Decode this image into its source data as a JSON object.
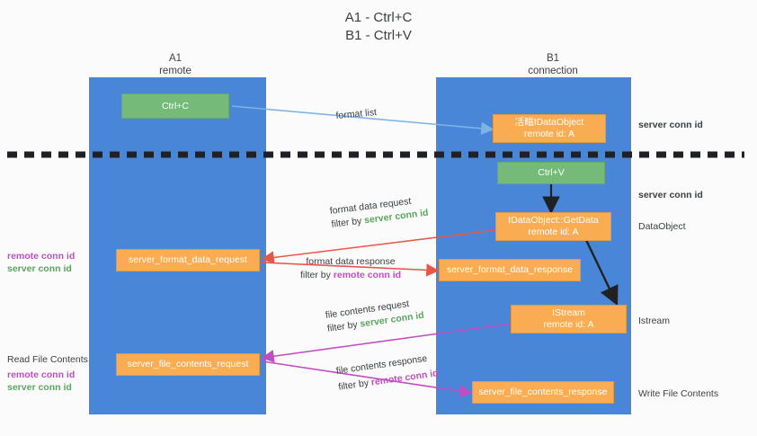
{
  "title": {
    "line1": "A1 - Ctrl+C",
    "line2": "B1 - Ctrl+V"
  },
  "colors": {
    "lane": "#4a86d8",
    "green_node": "#76ba7a",
    "orange_node": "#f9ac51",
    "server_conn_id": "#5aa55f",
    "remote_conn_id": "#c14ec1",
    "blue_arrow": "#7fb2e5",
    "red_arrow": "#e8564a",
    "magenta_arrow": "#c14ec1",
    "black_arrow": "#202124",
    "background": "#fbfbfb"
  },
  "columns": [
    {
      "name": "A1",
      "sub": "remote"
    },
    {
      "name": "B1",
      "sub": "connection"
    }
  ],
  "nodes": [
    {
      "id": "ctrl-c",
      "kind": "green",
      "l1": "Ctrl+C",
      "l2": ""
    },
    {
      "id": "ole-idataobject",
      "kind": "orange",
      "l1": "㓉㽧IDataObject",
      "l2": "remote id: A"
    },
    {
      "id": "ctrl-v",
      "kind": "green",
      "l1": "Ctrl+V",
      "l2": ""
    },
    {
      "id": "getdata",
      "kind": "orange",
      "l1": "IDataObject::GetData",
      "l2": "remote id: A"
    },
    {
      "id": "server-format-data-request",
      "kind": "orange",
      "l1": "server_format_data_request",
      "l2": ""
    },
    {
      "id": "server-format-data-response",
      "kind": "orange",
      "l1": "server_format_data_response",
      "l2": ""
    },
    {
      "id": "istream",
      "kind": "orange",
      "l1": "IStream",
      "l2": "remote id: A"
    },
    {
      "id": "server-file-contents-request",
      "kind": "orange",
      "l1": "server_file_contents_request",
      "l2": ""
    },
    {
      "id": "server-file-contents-response",
      "kind": "orange",
      "l1": "server_file_contents_response",
      "l2": ""
    }
  ],
  "edge_labels": {
    "format_list": "format list",
    "format_data_request": "format data request",
    "format_data_request_filter_prefix": "filter by ",
    "format_data_request_filter_key": "server conn id",
    "format_data_response": "format data response",
    "format_data_response_filter_prefix": "filter by ",
    "format_data_response_filter_key": "remote conn id",
    "file_contents_request": "file contents request",
    "file_contents_request_filter_prefix": "filter by ",
    "file_contents_request_filter_key": "server conn id",
    "file_contents_response": "file contents response",
    "file_contents_response_filter_prefix": "filter by ",
    "file_contents_response_filter_key": "remote conn id"
  },
  "right_notes": {
    "server_conn_id_top": "server conn id",
    "server_conn_id_mid": "server conn id",
    "dataobject": "DataObject",
    "istream": "Istream",
    "write_file_contents": "Write File Contents"
  },
  "left_notes": {
    "remote_conn_id_1": "remote conn id",
    "server_conn_id_1": "server conn id",
    "read_file_contents": "Read File Contents",
    "remote_conn_id_2": "remote conn id",
    "server_conn_id_2": "server conn id"
  }
}
